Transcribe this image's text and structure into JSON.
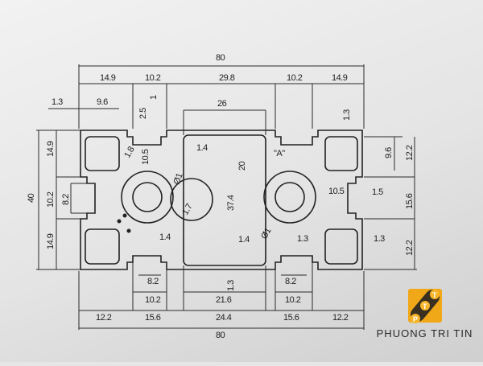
{
  "drawing": {
    "top": {
      "overall": "80",
      "w1": "14.9",
      "w2": "10.2",
      "w3": "29.8",
      "w4": "10.2",
      "w5": "14.9",
      "wall_left": "1.3",
      "pocket": "9.6",
      "d25": "2.5",
      "d1": "1",
      "inner": "26",
      "wall_right": "1.3"
    },
    "left": {
      "h1": "14.9",
      "overall": "40",
      "h2": "10.2",
      "slot": "8.2",
      "h3": "14.9"
    },
    "right": {
      "pocket": "9.6",
      "h1": "12.2",
      "h2": "15.6",
      "h3": "12.2",
      "slot_w": "1.5"
    },
    "inner": {
      "r18": "1.8",
      "d105a": "10.5",
      "d14a": "1.4",
      "d20": "20",
      "d374": "37.4",
      "detail": "\"A\"",
      "d105b": "10.5",
      "phi1a": "Ø1",
      "d17": "1.7",
      "phi1b": "Ø1",
      "d14b": "1.4",
      "d14c": "1.4",
      "d13a": "1.3",
      "d13b": "1.3"
    },
    "bottom": {
      "slot1": "8.2",
      "d13": "1.3",
      "slot2": "8.2",
      "b1": "10.2",
      "b2": "21.6",
      "b3": "10.2",
      "c1": "12.2",
      "c2": "15.6",
      "c3": "24.4",
      "c4": "15.6",
      "c5": "12.2",
      "overall": "80"
    }
  },
  "logo": {
    "letters": [
      "P",
      "T",
      "T"
    ],
    "name": "PHUONG TRI TIN",
    "accent": "#f0a818"
  }
}
